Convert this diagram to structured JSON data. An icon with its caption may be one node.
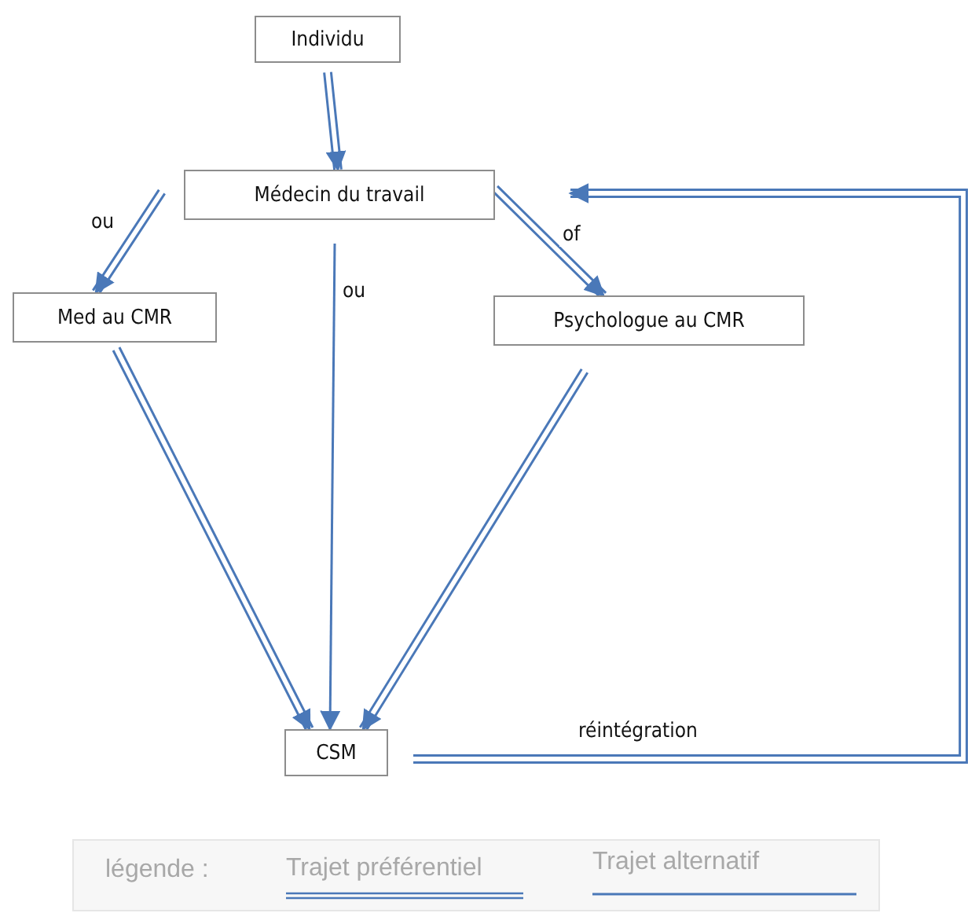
{
  "diagram": {
    "nodes": [
      {
        "text": [
          "Individu"
        ]
      },
      {
        "text": [
          "Médecin du travail"
        ]
      },
      {
        "text": [
          "Med au CMR"
        ]
      },
      {
        "text": [
          "Psychologue au CMR"
        ]
      },
      {
        "text": [
          "CSM"
        ]
      }
    ],
    "edges": [
      {
        "from": 0,
        "to": 1,
        "arrow": "to"
      },
      {
        "from": 1,
        "to": 2,
        "arrow": "to",
        "label": "ou"
      },
      {
        "from": 1,
        "to": 3,
        "arrow": "to",
        "label": "of"
      },
      {
        "from": 1,
        "to": 4,
        "arrow": "to",
        "label": "ou"
      },
      {
        "from": 2,
        "to": 4,
        "arrow": "to"
      },
      {
        "from": 3,
        "to": 4,
        "arrow": "to"
      },
      {
        "from": 4,
        "to": 1,
        "arrow": "to",
        "label": "réintégration"
      }
    ],
    "labels": [
      "légende :"
    ],
    "legend": [
      {
        "text": "Trajet préférentiel"
      },
      {
        "text": "Trajet alternatif"
      }
    ]
  }
}
